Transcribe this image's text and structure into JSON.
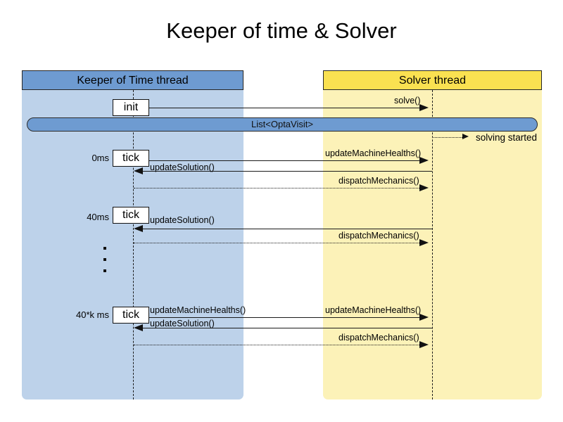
{
  "title": "Keeper of time & Solver",
  "lanes": [
    {
      "id": "keeper",
      "label": "Keeper of Time thread",
      "header_color": "#6e9bd1",
      "body_color": "#bdd2ea"
    },
    {
      "id": "solver",
      "label": "Solver thread",
      "header_color": "#fae151",
      "body_color": "#fcf2b8"
    }
  ],
  "boxes": {
    "init": "init",
    "tick1": "tick",
    "tick2": "tick",
    "tick3": "tick"
  },
  "optabar": {
    "label": "List<OptaVisit>",
    "color": "#6e9bd1"
  },
  "notes": {
    "solving_started": "solving started"
  },
  "time_labels": {
    "t1": "0ms",
    "t2": "40ms",
    "t3": "40*k ms"
  },
  "messages": {
    "solve": "solve()",
    "update_machine_healths_1": "updateMachineHealths()",
    "update_solution_1": "updateSolution()",
    "dispatch_mechanics_1": "dispatchMechanics()",
    "update_solution_2": "updateSolution()",
    "dispatch_mechanics_2": "dispatchMechanics()",
    "update_machine_healths_3_left": "updateMachineHealths()",
    "update_machine_healths_3_right": "updateMachineHealths()",
    "update_solution_3": "updateSolution()",
    "dispatch_mechanics_3": "dispatchMechanics()"
  }
}
